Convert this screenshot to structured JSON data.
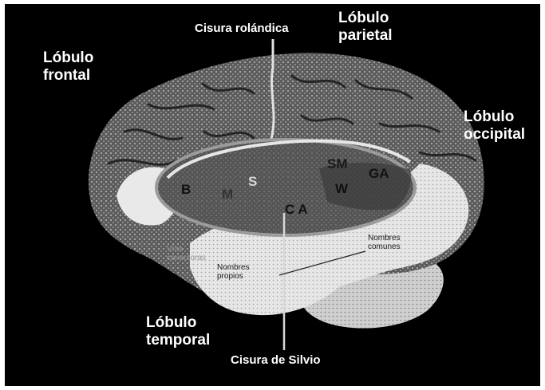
{
  "labels": {
    "frontal": [
      "Lóbulo",
      "frontal"
    ],
    "parietal": [
      "Lóbulo",
      "parietal"
    ],
    "occipital": [
      "Lóbulo",
      "occipital"
    ],
    "temporal": [
      "Lóbulo",
      "temporal"
    ],
    "rolandica": "Cisura rolándica",
    "silvio": "Cisura de Silvio"
  },
  "areas": {
    "b": "B",
    "m": "M",
    "s": "S",
    "sm": "SM",
    "ga": "GA",
    "w": "W",
    "ca": "C A"
  },
  "small_labels": {
    "vias": [
      "Vías",
      "conectoras"
    ],
    "nombres_comunes": [
      "Nombres",
      "comunes"
    ],
    "nombres_propios": [
      "Nombres",
      "propios"
    ]
  },
  "colors": {
    "background": "#000000",
    "cortex": "#5c5c5c",
    "temporal_lobe": "#e4e4e4",
    "cerebellum": "#d0d0d0",
    "ellipse": "#8a8a8a"
  }
}
